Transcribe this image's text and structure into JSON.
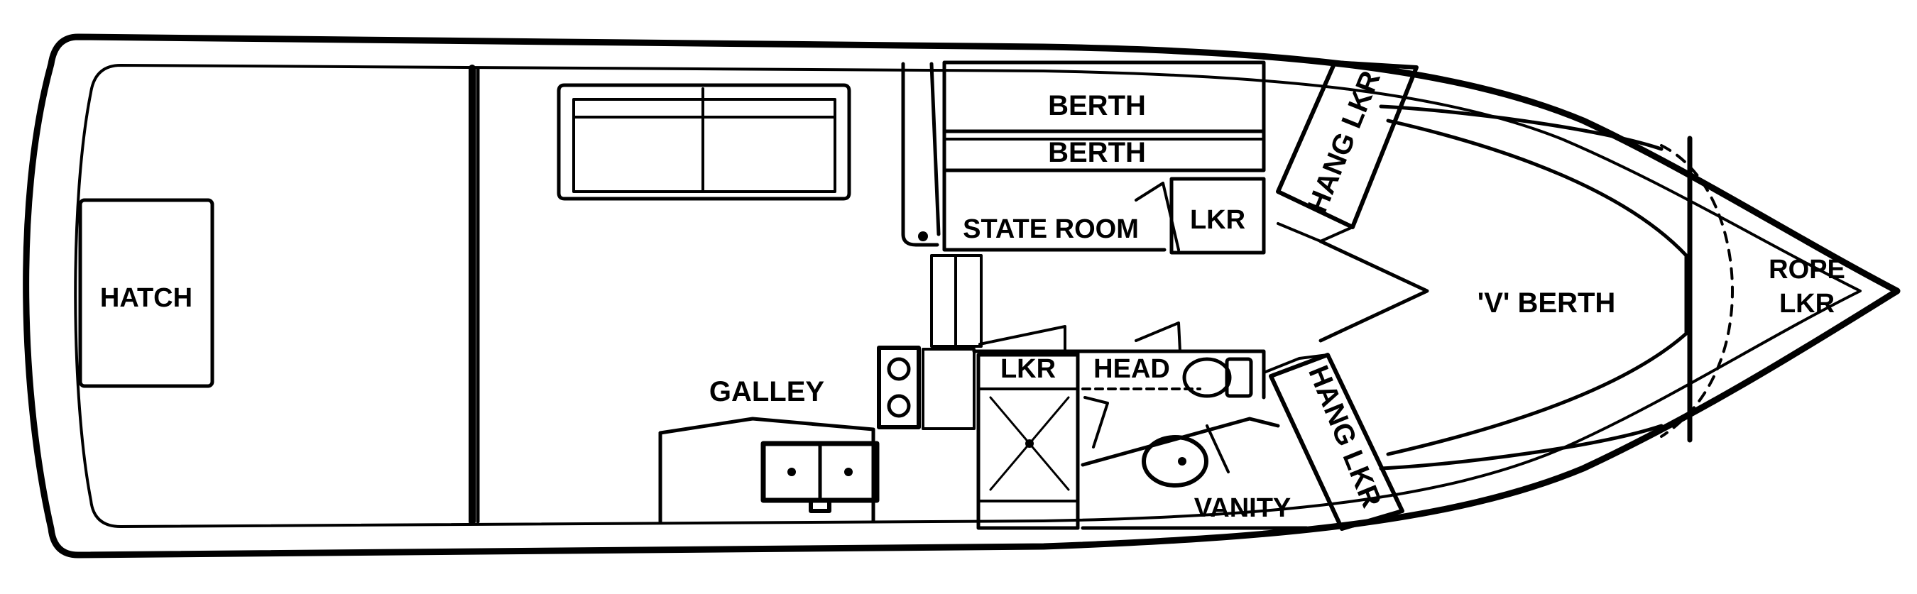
{
  "colors": {
    "ink": "#000000",
    "paper": "#ffffff"
  },
  "labels": {
    "hatch": "HATCH",
    "berth_upper": "BERTH",
    "berth_lower": "BERTH",
    "state_room": "STATE ROOM",
    "locker_state": "LKR",
    "hang_locker_upper": "HANG LKR",
    "hang_locker_lower": "HANG LKR",
    "v_berth": "'V' BERTH",
    "rope_locker_line1": "ROPE",
    "rope_locker_line2": "LKR",
    "galley": "GALLEY",
    "locker_head": "LKR",
    "head": "HEAD",
    "vanity": "VANITY"
  }
}
